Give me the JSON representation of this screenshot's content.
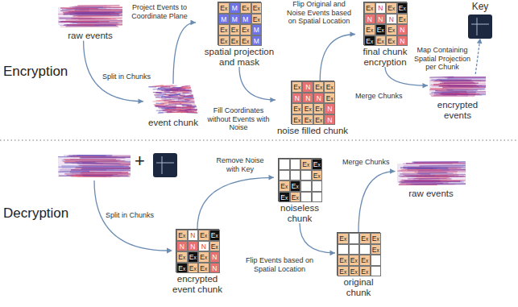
{
  "diagram": {
    "nodes": [
      {
        "text": [
          "raw events"
        ]
      },
      {
        "text": [
          "event chunk"
        ]
      },
      {
        "text": [
          "spatial projection and mask",
          "Ex",
          "M",
          "Ex",
          "Ex",
          "M",
          "M",
          "M",
          "Ex",
          "Ex",
          "Ex",
          "Ex",
          "M",
          "Ex",
          "Ex",
          "Ex",
          "M"
        ]
      },
      {
        "text": [
          "noise filled chunk",
          "Ex",
          "N",
          "Ex",
          "Ex",
          "N",
          "N",
          "N",
          "Ex",
          "Ex",
          "Ex",
          "Ex",
          "N",
          "Ex",
          "Ex",
          "Ex",
          "N"
        ]
      },
      {
        "text": [
          "final chunk encryption",
          "Ex",
          "N",
          "Ex",
          "Ex",
          "N",
          "N",
          "N",
          "Ex",
          "Ex",
          "Ex",
          "Ex",
          "N",
          "Ex",
          "Ex",
          "Ex",
          "N"
        ]
      },
      {
        "text": [
          "encrypted events"
        ]
      },
      {
        "text": [
          "Key"
        ]
      },
      {
        "text": [
          "encrypted event chunk",
          "Ex",
          "N",
          "Ex",
          "Ex",
          "N",
          "N",
          "N",
          "Ex",
          "Ex",
          "Ex",
          "Ex",
          "N",
          "Ex",
          "Ex",
          "Ex",
          "N"
        ]
      },
      {
        "text": [
          "noiseless chunk",
          "Ex",
          "Ex",
          "Ex",
          "Ex",
          "Ex",
          "Ex",
          "Ex"
        ]
      },
      {
        "text": [
          "original chunk",
          "Ex",
          "Ex",
          "Ex",
          "Ex",
          "Ex",
          "Ex",
          "Ex",
          "Ex",
          "Ex",
          "Ex"
        ]
      },
      {
        "text": [
          "raw events"
        ]
      }
    ],
    "edges": [
      {
        "from": 0,
        "to": 1,
        "arrow": "to",
        "label": "Split in Chunks"
      },
      {
        "from": 1,
        "to": 2,
        "arrow": "to",
        "label": "Project Events to Coordinate Plane"
      },
      {
        "from": 2,
        "to": 3,
        "arrow": "to",
        "label": "Fill Coordinates without Events with Noise"
      },
      {
        "from": 3,
        "to": 4,
        "arrow": "to",
        "label": "Flip Original and Noise Events based on Spatial Location"
      },
      {
        "from": 4,
        "to": 5,
        "arrow": "to",
        "label": "Merge Chunks"
      },
      {
        "from": 5,
        "to": 6,
        "arrow": "to",
        "label": "Map Containing Spatial Projection per Chunk"
      },
      {
        "from": 7,
        "to": 8,
        "arrow": "to",
        "label": "Remove Noise with Key"
      },
      {
        "from": 8,
        "to": 9,
        "arrow": "to",
        "label": "Flip Events based on Spatial Location"
      },
      {
        "from": 9,
        "to": 10,
        "arrow": "to",
        "label": "Merge Chunks"
      }
    ],
    "labels": [
      "Encryption",
      "Decryption",
      "+",
      "Split in Chunks"
    ]
  }
}
